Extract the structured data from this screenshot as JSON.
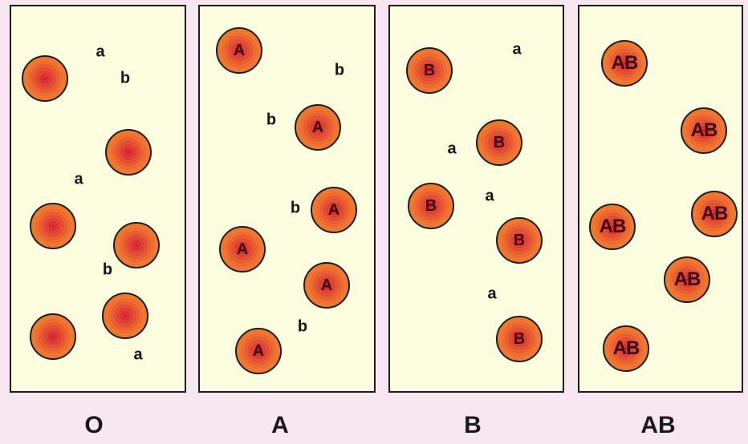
{
  "panels": [
    {
      "label": "O",
      "cells": [],
      "antibodies": [
        "a",
        "b",
        "a",
        "b",
        "a"
      ]
    },
    {
      "label": "A",
      "cells": [
        "A",
        "A",
        "A",
        "A",
        "A",
        "A"
      ],
      "antibodies": [
        "b",
        "b",
        "b",
        "b"
      ]
    },
    {
      "label": "B",
      "cells": [
        "B",
        "B",
        "B",
        "B",
        "B"
      ],
      "antibodies": [
        "a",
        "a",
        "a",
        "a"
      ]
    },
    {
      "label": "AB",
      "cells": [
        "AB",
        "AB",
        "AB",
        "AB",
        "AB",
        "AB"
      ],
      "antibodies": []
    }
  ],
  "colors": {
    "background": "#f8e6f0",
    "panel": "#fdfddf",
    "cell_center": "#d41832",
    "cell_edge": "#f3922c"
  }
}
